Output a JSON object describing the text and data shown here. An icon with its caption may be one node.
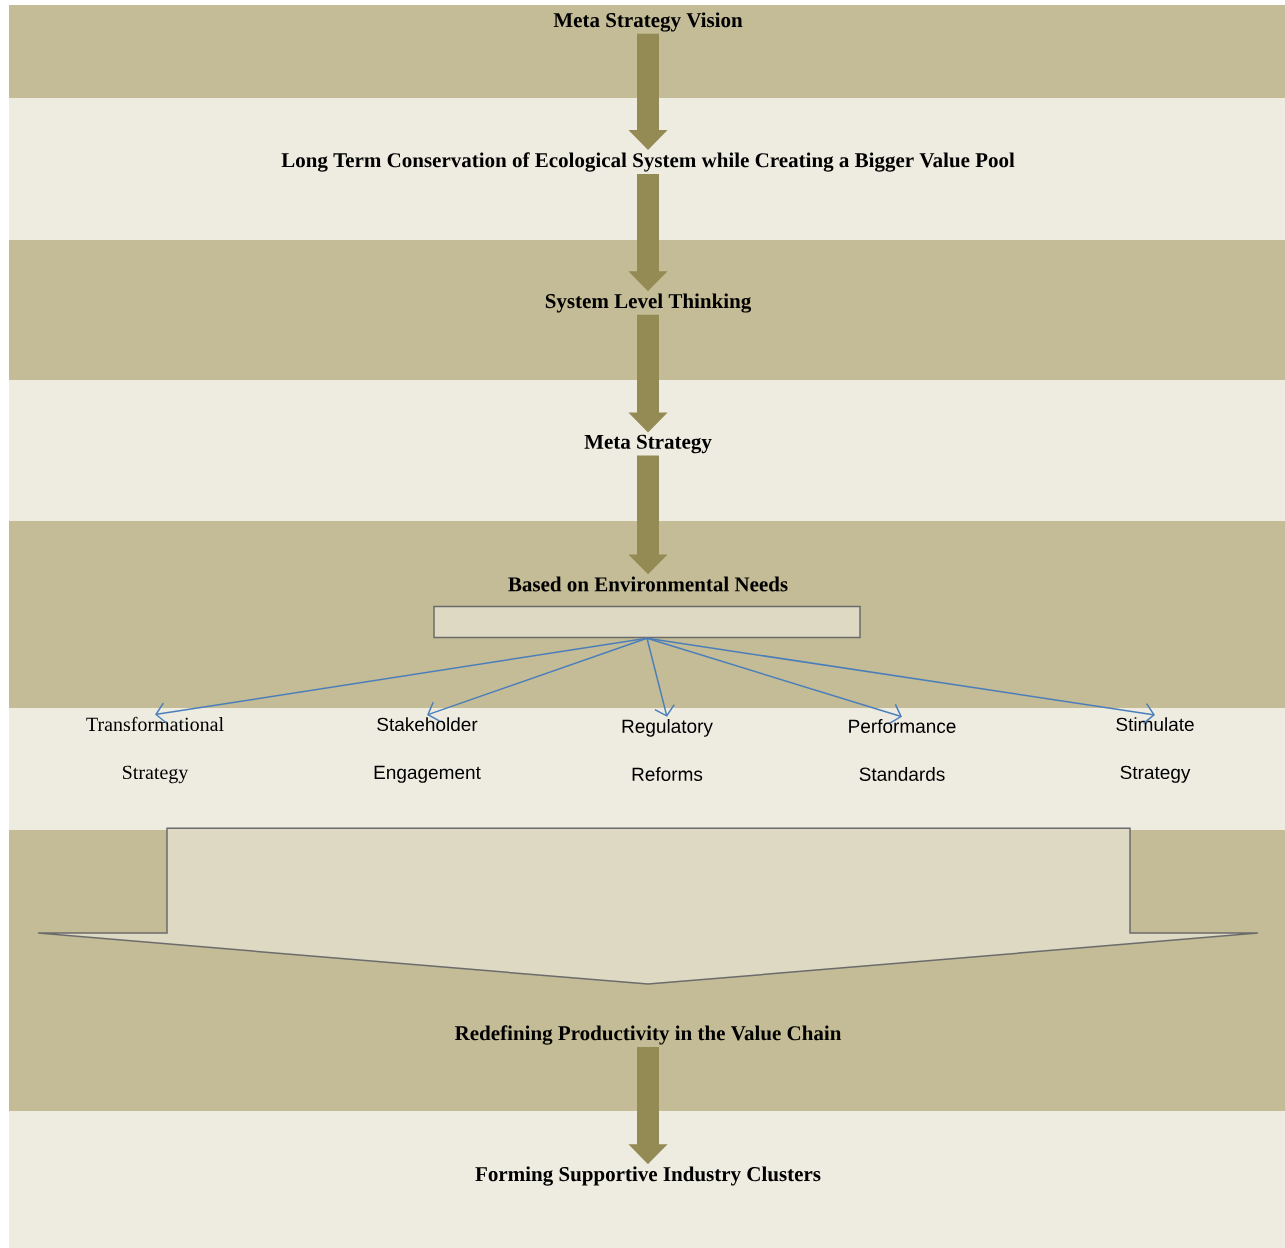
{
  "diagram": {
    "nodes": [
      {
        "text": [
          "Meta Strategy Vision"
        ]
      },
      {
        "text": [
          "Long Term Conservation of Ecological System while Creating a Bigger Value Pool"
        ]
      },
      {
        "text": [
          "System Level Thinking"
        ]
      },
      {
        "text": [
          "Meta Strategy"
        ]
      },
      {
        "text": [
          "Based on Environmental Needs"
        ]
      },
      {
        "text": [],
        "shape": "box"
      },
      {
        "text": [
          "Transformational Strategy"
        ]
      },
      {
        "text": [
          "Stakeholder Engagement"
        ]
      },
      {
        "text": [
          "Regulatory Reforms"
        ]
      },
      {
        "text": [
          "Performance Standards"
        ]
      },
      {
        "text": [
          "Stimulate Strategy"
        ]
      },
      {
        "text": [
          "Redefining Productivity in the Value Chain"
        ]
      },
      {
        "text": [
          "Forming Supportive Industry Clusters"
        ]
      }
    ],
    "edges": [
      {
        "from": 0,
        "to": 1,
        "arrow": "to",
        "style": "thick"
      },
      {
        "from": 1,
        "to": 2,
        "arrow": "to",
        "style": "thick"
      },
      {
        "from": 2,
        "to": 3,
        "arrow": "to",
        "style": "thick"
      },
      {
        "from": 3,
        "to": 4,
        "arrow": "to",
        "style": "thick"
      },
      {
        "from": 5,
        "to": 6,
        "arrow": "to",
        "color": "#4a7ebb"
      },
      {
        "from": 5,
        "to": 7,
        "arrow": "to",
        "color": "#4a7ebb"
      },
      {
        "from": 5,
        "to": 8,
        "arrow": "to",
        "color": "#4a7ebb"
      },
      {
        "from": 5,
        "to": 9,
        "arrow": "to",
        "color": "#4a7ebb"
      },
      {
        "from": 5,
        "to": 10,
        "arrow": "to",
        "color": "#4a7ebb"
      },
      {
        "from": 8,
        "to": 11,
        "arrow": "to",
        "style": "thick"
      },
      {
        "from": 11,
        "to": 12,
        "arrow": "to",
        "style": "thick"
      }
    ]
  }
}
